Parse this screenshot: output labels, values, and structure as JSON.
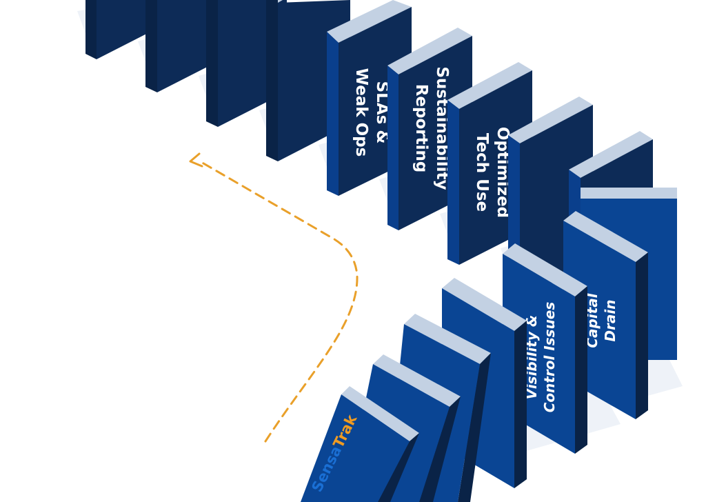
{
  "colors": {
    "front_navy": "#0d2b57",
    "front_blue": "#0a4594",
    "side_dark": "#0a2347",
    "side_blue": "#0b3f8c",
    "top_light": "#c3d1e3",
    "shadow": "#eef2f8",
    "arrow": "#e9a02a",
    "brand_blue": "#1a6fd4",
    "brand_orange": "#ef9b22"
  },
  "dominoes": {
    "sla": [
      "SLAs &",
      "Weak Ops"
    ],
    "sustainability": [
      "Sustainability",
      "Reporting"
    ],
    "tech": [
      "Optimized",
      "Tech Use"
    ],
    "visibility": [
      "Visibility &",
      "Control Issues"
    ],
    "capital": [
      "Capital",
      "Drain"
    ]
  },
  "brand": {
    "part1": "Sensa",
    "part2": "Trak"
  },
  "arrow_icon": "dashed-curved-arrow"
}
